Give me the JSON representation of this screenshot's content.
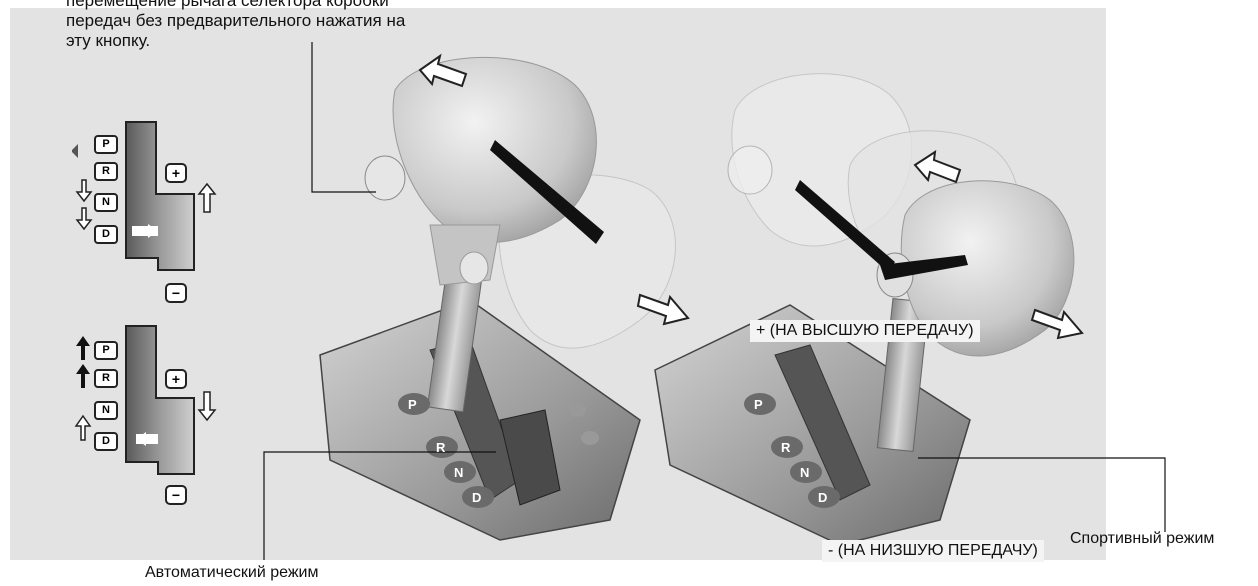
{
  "caption": {
    "line1": "перемещение рычага селектора коробки",
    "line2": "передач без предварительного нажатия на",
    "line3": "эту кнопку."
  },
  "labels": {
    "automatic_mode": "Автоматический режим",
    "sport_mode": "Спортивный режим",
    "upshift": "+ (НА ВЫСШУЮ ПЕРЕДАЧУ)",
    "downshift": "- (НА НИЗШУЮ ПЕРЕДАЧУ)"
  },
  "gate": {
    "gears": [
      "P",
      "R",
      "N",
      "D"
    ],
    "plus": "+",
    "minus": "−"
  },
  "plate_gears": [
    "P",
    "R",
    "N",
    "D"
  ]
}
